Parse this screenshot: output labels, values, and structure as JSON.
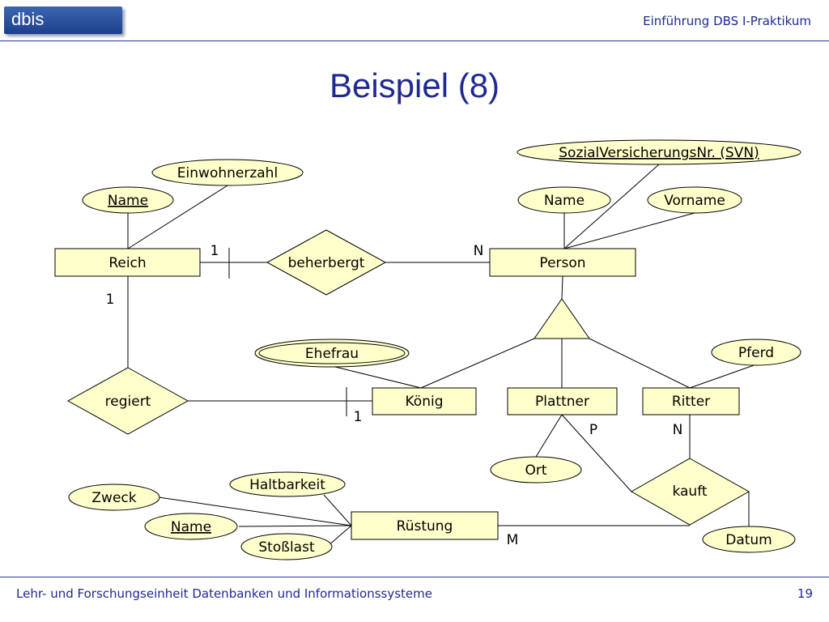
{
  "header": {
    "logo": "dbis",
    "course": "Einführung DBS I-Praktikum",
    "title": "Beispiel (8)"
  },
  "footer": {
    "institution": "Lehr- und Forschungseinheit Datenbanken und Informationssysteme",
    "page": "19"
  },
  "diagram": {
    "entities": {
      "reich": "Reich",
      "person": "Person",
      "koenig": "König",
      "plattner": "Plattner",
      "ritter": "Ritter",
      "ruestung": "Rüstung"
    },
    "relationships": {
      "beherbergt": "beherbergt",
      "regiert": "regiert",
      "kauft": "kauft"
    },
    "attributes": {
      "einwohnerzahl": "Einwohnerzahl",
      "reich_name": "Name",
      "svn": "SozialVersicherungsNr. (SVN)",
      "person_name": "Name",
      "vorname": "Vorname",
      "ehefrau": "Ehefrau",
      "pferd": "Pferd",
      "ort": "Ort",
      "haltbarkeit": "Haltbarkeit",
      "zweck": "Zweck",
      "ruestung_name": "Name",
      "stosslast": "Stoßlast",
      "datum": "Datum"
    },
    "cardinalities": {
      "beherbergt_reich": "1",
      "beherbergt_person": "N",
      "regiert_reich": "1",
      "regiert_koenig": "1",
      "kauft_plattner": "P",
      "kauft_ritter": "N",
      "kauft_ruestung": "M"
    },
    "key_attributes": [
      "reich_name",
      "svn",
      "ruestung_name"
    ],
    "multivalued_attributes": [
      "ehefrau"
    ]
  }
}
